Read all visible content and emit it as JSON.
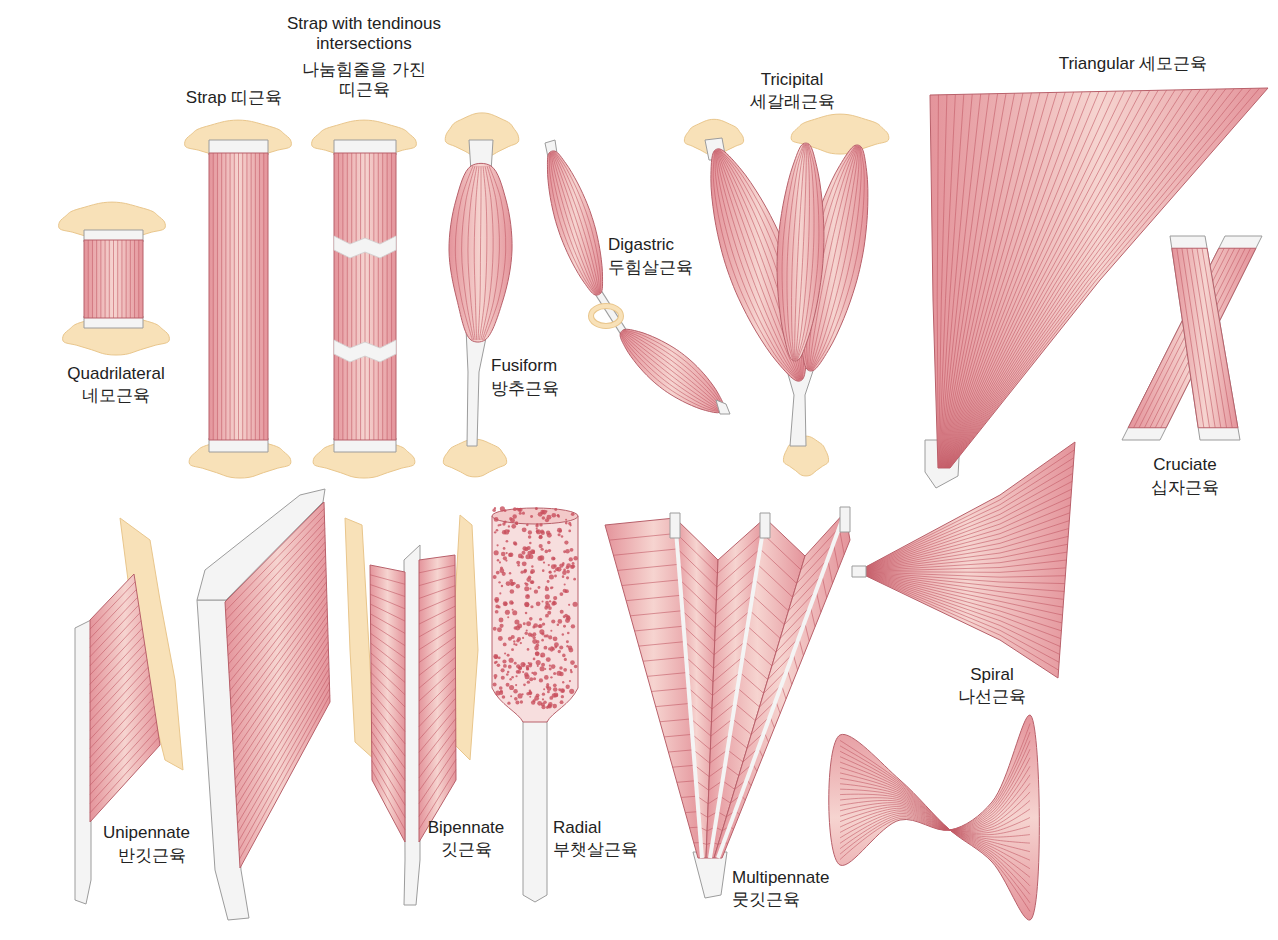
{
  "diagram": {
    "labels": [
      "Strap with tendinous intersections",
      "나눔힘줄을 가진 띠근육",
      "Strap 띠근육",
      "Tricipital",
      "세갈래근육",
      "Triangular 세모근육",
      "Digastric",
      "두힘살근육",
      "Quadrilateral",
      "네모근육",
      "Fusiform",
      "방추근육",
      "Cruciate",
      "십자근육",
      "Spiral",
      "나선근육",
      "Unipennate",
      "반깃근육",
      "Bipennate",
      "깃근육",
      "Radial",
      "부챗살근육",
      "Multipennate",
      "뭇깃근육"
    ]
  }
}
